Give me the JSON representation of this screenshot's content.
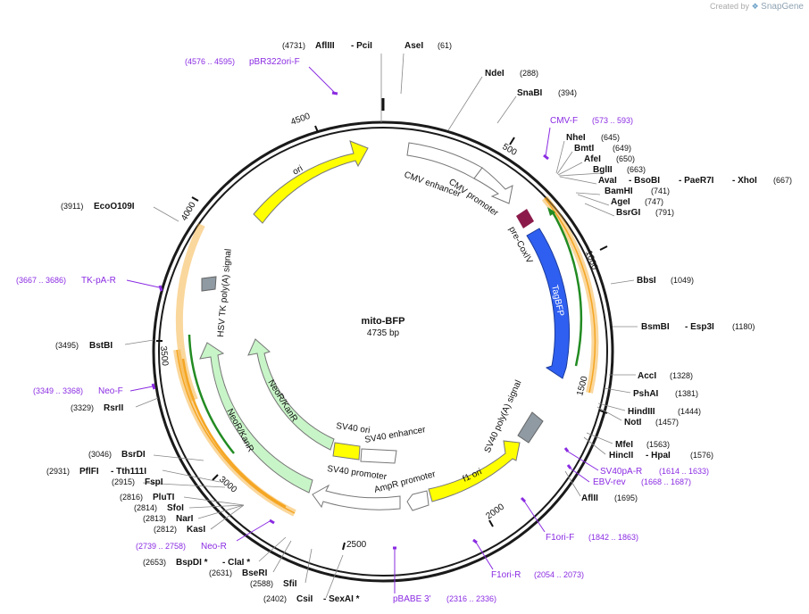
{
  "credit": {
    "prefix": "Created by",
    "brand": "SnapGene"
  },
  "plasmid": {
    "name": "mito-BFP",
    "length_label": "4735 bp",
    "length": 4735
  },
  "colors": {
    "backbone": "#1a1a1a",
    "primer": "#8a2be2",
    "ori": "#ffff00",
    "promoter": "#ffffff",
    "tagbfp": "#2f5ff0",
    "signal": "#8f9aa3",
    "neor": "#c8f5c8",
    "pre_coxiv": "#8b1a4a",
    "orange_band": "#f5a623",
    "green_band": "#228b22"
  },
  "ticks": [
    "500",
    "1000",
    "1500",
    "2000",
    "2500",
    "3000",
    "3500",
    "4000",
    "4500"
  ],
  "features": [
    {
      "id": "ori",
      "label": "ori"
    },
    {
      "id": "cmv_enhancer",
      "label": "CMV enhancer"
    },
    {
      "id": "cmv_promoter",
      "label": "CMV promoter"
    },
    {
      "id": "pre_coxiv",
      "label": "pre-CoxIV"
    },
    {
      "id": "tagbfp",
      "label": "TagBFP"
    },
    {
      "id": "sv40_polya",
      "label": "SV40 poly(A) signal"
    },
    {
      "id": "f1_ori",
      "label": "f1 ori"
    },
    {
      "id": "ampr_promoter",
      "label": "AmpR promoter"
    },
    {
      "id": "sv40_promoter",
      "label": "SV40 promoter"
    },
    {
      "id": "sv40_ori",
      "label": "SV40 ori"
    },
    {
      "id": "sv40_enhancer",
      "label": "SV40 enhancer"
    },
    {
      "id": "neor_outer",
      "label": "NeoR/KanR"
    },
    {
      "id": "neor_inner",
      "label": "NeoR/KanR"
    },
    {
      "id": "hsv_tk",
      "label": "HSV TK poly(A) signal"
    }
  ],
  "sites": [
    {
      "pos": "(4731)",
      "names": [
        "AflIII",
        "- PciI"
      ]
    },
    {
      "pos": "(61)",
      "names": [
        "AseI"
      ]
    },
    {
      "pos": "(288)",
      "names": [
        "NdeI"
      ]
    },
    {
      "pos": "(394)",
      "names": [
        "SnaBI"
      ]
    },
    {
      "pos": "(645)",
      "names": [
        "NheI"
      ]
    },
    {
      "pos": "(649)",
      "names": [
        "BmtI"
      ]
    },
    {
      "pos": "(650)",
      "names": [
        "AfeI"
      ]
    },
    {
      "pos": "(663)",
      "names": [
        "BglII"
      ]
    },
    {
      "pos": "(667)",
      "names": [
        "AvaI",
        "- BsoBI",
        "- PaeR7I",
        "- XhoI"
      ]
    },
    {
      "pos": "(741)",
      "names": [
        "BamHI"
      ]
    },
    {
      "pos": "(747)",
      "names": [
        "AgeI"
      ]
    },
    {
      "pos": "(791)",
      "names": [
        "BsrGI"
      ]
    },
    {
      "pos": "(1049)",
      "names": [
        "BbsI"
      ]
    },
    {
      "pos": "(1180)",
      "names": [
        "BsmBI",
        "- Esp3I"
      ]
    },
    {
      "pos": "(1328)",
      "names": [
        "AccI"
      ]
    },
    {
      "pos": "(1381)",
      "names": [
        "PshAI"
      ]
    },
    {
      "pos": "(1444)",
      "names": [
        "HindIII"
      ]
    },
    {
      "pos": "(1457)",
      "names": [
        "NotI"
      ]
    },
    {
      "pos": "(1563)",
      "names": [
        "MfeI"
      ]
    },
    {
      "pos": "(1576)",
      "names": [
        "HincII",
        "- HpaI"
      ]
    },
    {
      "pos": "(1695)",
      "names": [
        "AflII"
      ]
    },
    {
      "pos": "(3911)",
      "names": [
        "EcoO109I"
      ]
    },
    {
      "pos": "(3495)",
      "names": [
        "BstBI"
      ]
    },
    {
      "pos": "(3329)",
      "names": [
        "RsrII"
      ]
    },
    {
      "pos": "(3046)",
      "names": [
        "BsrDI"
      ]
    },
    {
      "pos": "(2931)",
      "names": [
        "PflFI",
        "- Tth111I"
      ]
    },
    {
      "pos": "(2915)",
      "names": [
        "FspI"
      ]
    },
    {
      "pos": "(2816)",
      "names": [
        "PluTI"
      ]
    },
    {
      "pos": "(2814)",
      "names": [
        "SfoI"
      ]
    },
    {
      "pos": "(2813)",
      "names": [
        "NarI"
      ]
    },
    {
      "pos": "(2812)",
      "names": [
        "KasI"
      ]
    },
    {
      "pos": "(2653)",
      "names": [
        "BspDI *",
        "- ClaI *"
      ]
    },
    {
      "pos": "(2631)",
      "names": [
        "BseRI"
      ]
    },
    {
      "pos": "(2588)",
      "names": [
        "SfiI"
      ]
    },
    {
      "pos": "(2402)",
      "names": [
        "CsiI",
        "- SexAI *"
      ]
    }
  ],
  "primers": [
    {
      "label": "pBR322ori-F",
      "range": "(4576 .. 4595)"
    },
    {
      "label": "CMV-F",
      "range": "(573 .. 593)"
    },
    {
      "label": "SV40pA-R",
      "range": "(1614 .. 1633)"
    },
    {
      "label": "EBV-rev",
      "range": "(1668 .. 1687)"
    },
    {
      "label": "F1ori-F",
      "range": "(1842 .. 1863)"
    },
    {
      "label": "F1ori-R",
      "range": "(2054 .. 2073)"
    },
    {
      "label": "pBABE 3'",
      "range": "(2316 .. 2336)"
    },
    {
      "label": "Neo-R",
      "range": "(2739 .. 2758)"
    },
    {
      "label": "Neo-F",
      "range": "(3349 .. 3368)"
    },
    {
      "label": "TK-pA-R",
      "range": "(3667 .. 3686)"
    }
  ]
}
